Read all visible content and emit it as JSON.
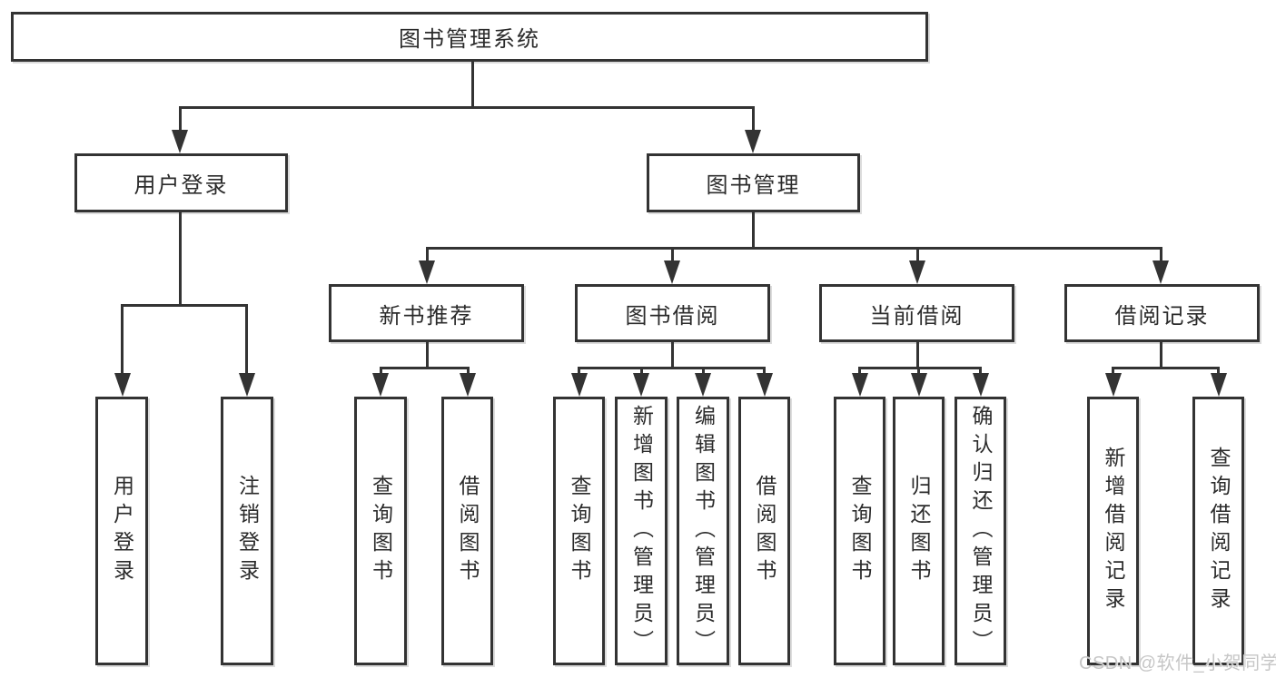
{
  "tree": {
    "root": {
      "label": "图书管理系统"
    },
    "branches": [
      {
        "label": "用户登录",
        "children": [
          {
            "label": "用户登录"
          },
          {
            "label": "注销登录"
          }
        ]
      },
      {
        "label": "图书管理",
        "children": [
          {
            "label": "新书推荐",
            "children": [
              {
                "label": "查询图书"
              },
              {
                "label": "借阅图书"
              }
            ]
          },
          {
            "label": "图书借阅",
            "children": [
              {
                "label": "查询图书"
              },
              {
                "label": "新增图书（管理员）"
              },
              {
                "label": "编辑图书（管理员）"
              },
              {
                "label": "借阅图书"
              }
            ]
          },
          {
            "label": "当前借阅",
            "children": [
              {
                "label": "查询图书"
              },
              {
                "label": "归还图书"
              },
              {
                "label": "确认归还（管理员）"
              }
            ]
          },
          {
            "label": "借阅记录",
            "children": [
              {
                "label": "新增借阅记录"
              },
              {
                "label": "查询借阅记录"
              }
            ]
          }
        ]
      }
    ]
  },
  "watermark": {
    "text": "CSDN @软件_小贺同学",
    "color": "#c6c6c6"
  },
  "colors": {
    "line": "#333333",
    "box_border": "#333333",
    "text": "#2b2b2b",
    "background": "#ffffff"
  }
}
